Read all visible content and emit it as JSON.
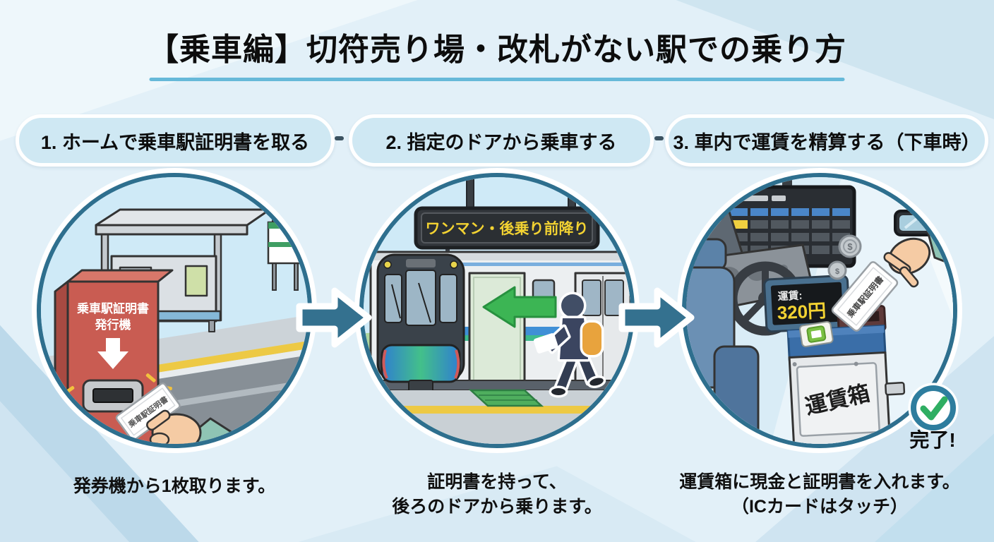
{
  "title": "【乗車編】切符売り場・改札がない駅での乗り方",
  "steps": [
    {
      "header": "1. ホームで乗車駅証明書を取る",
      "caption1": "発券機から1枚取ります。",
      "machine_label1": "乗車駅証明書",
      "machine_label2": "発行機",
      "ticket_label": "乗車駅証明書"
    },
    {
      "header": "2. 指定のドアから乗車する",
      "caption1": "証明書を持って、",
      "caption2": "後ろのドアから乗ります。",
      "train_sign": "ワンマン・後乗り前降り"
    },
    {
      "header": "3. 車内で運賃を精算する（下車時）",
      "caption1": "運賃箱に現金と証明書を入れます。",
      "caption2": "（ICカードはタッチ）",
      "fare_label": "運賃:",
      "fare_amount": "320円",
      "farebox_label": "運賃箱",
      "ticket_label": "乗車駅証明書",
      "coin_symbol": "$",
      "done_label": "完了!"
    }
  ],
  "colors": {
    "accent_teal": "#2e6f8e",
    "underline_blue": "#66b9d9",
    "pill_bg": "#cfe8f3",
    "arrow_teal": "#34718f",
    "sign_yellow": "#f2d232",
    "machine_red": "#c95c52",
    "check_green": "#2fae62",
    "backpack_orange": "#e8a33d"
  }
}
